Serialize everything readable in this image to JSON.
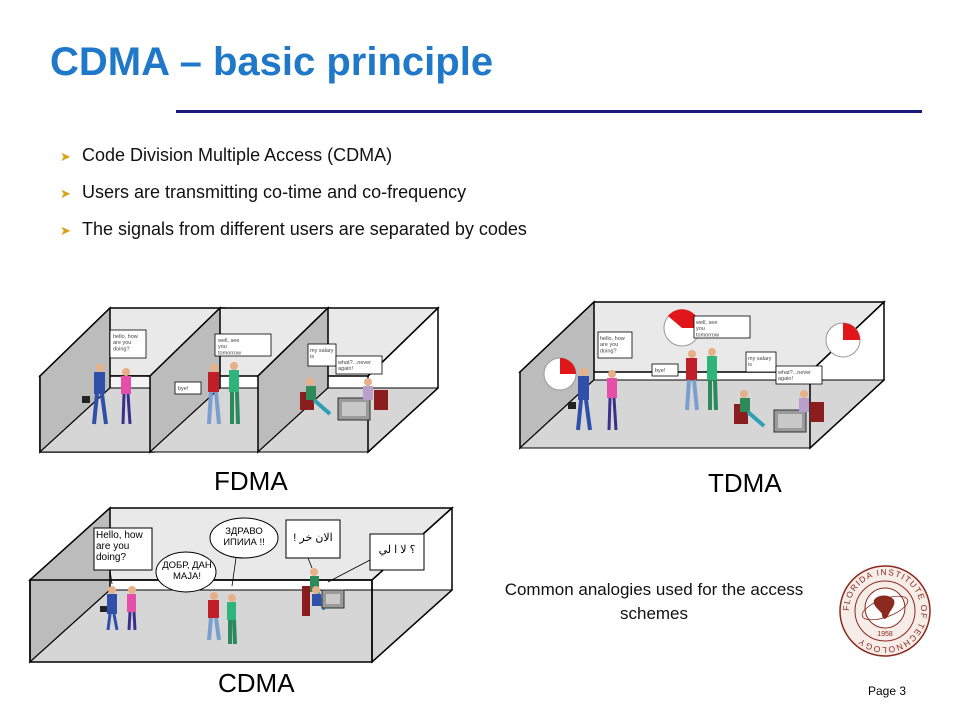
{
  "slide": {
    "title": "CDMA – basic principle",
    "page": "Page 3"
  },
  "bullets": [
    "Code Division Multiple Access (CDMA)",
    "Users are transmitting co-time and co-frequency",
    "The signals from different users are separated by codes"
  ],
  "scenes": {
    "fdma": {
      "label": "FDMA",
      "bubbles": [
        "hello, how are you doing?",
        "bye!",
        "well, see you tomorrow",
        "my salary is",
        "what?...never again!"
      ]
    },
    "tdma": {
      "label": "TDMA",
      "bubbles": [
        "hello, how are you doing?",
        "bye!",
        "well, see you tomorrow",
        "my salary is",
        "what?...never again!"
      ]
    },
    "cdma": {
      "label": "CDMA",
      "bubbles": [
        "Hello, how are you doing?",
        "ДОБР, ДАН МАЈА!",
        "ЗДРАВО ИПИИА !!",
        "! الان خر",
        "؟ لا ا لي"
      ]
    }
  },
  "caption": "Common analogies used for the access schemes",
  "seal": {
    "ring_text": "FLORIDA INSTITUTE OF TECHNOLOGY",
    "year": "1958",
    "accent": "#8b2a1e"
  },
  "colors": {
    "title": "#1f78c8",
    "rule": "#1a1a7a",
    "bullet_arrow": "#d8a21a",
    "pie_red": "#e0161a"
  }
}
